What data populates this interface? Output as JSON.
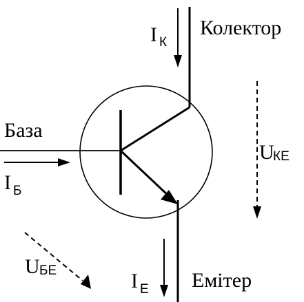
{
  "labels": {
    "collector": "Колектор",
    "base": "База",
    "emitter": "Емітер"
  },
  "currents": {
    "collector": {
      "main": "I",
      "sub": "К"
    },
    "base": {
      "main": "I",
      "sub": "Б"
    },
    "emitter": {
      "main": "I",
      "sub": "Е"
    }
  },
  "voltages": {
    "collector_emitter": {
      "main": "U",
      "sub": "КЕ"
    },
    "base_emitter": {
      "main": "U",
      "sub": "БЕ"
    }
  },
  "colors": {
    "ink": "#000000",
    "background": "#ffffff"
  }
}
